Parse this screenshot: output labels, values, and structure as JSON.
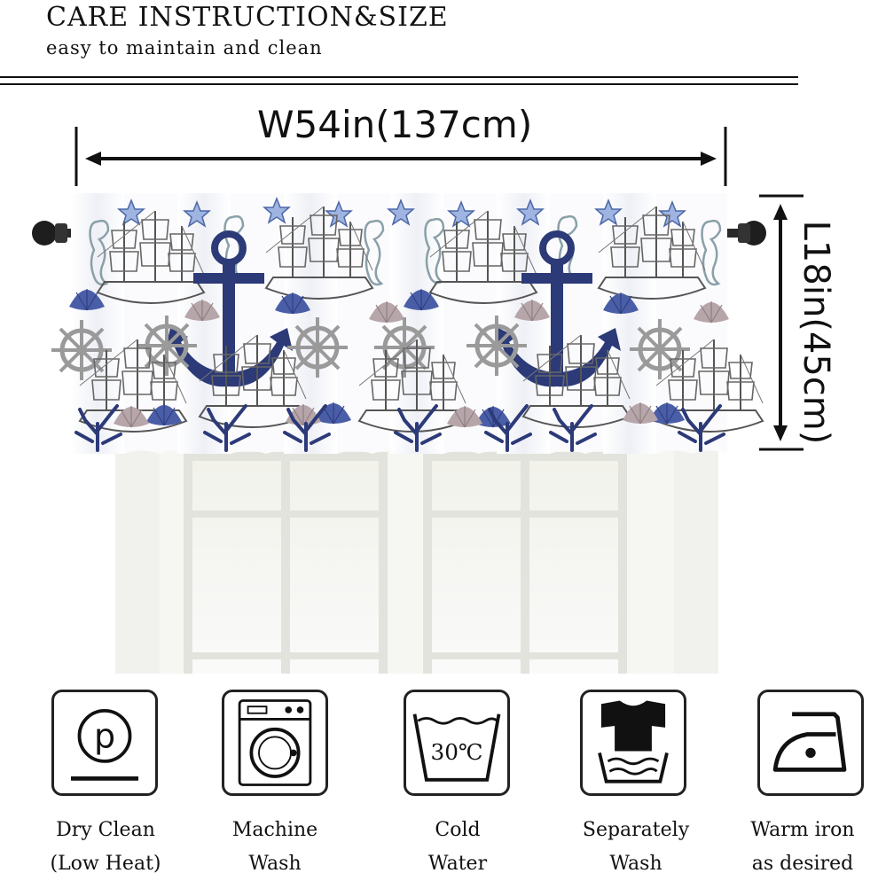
{
  "header": {
    "title": "CARE INSTRUCTION&SIZE",
    "subtitle": "easy to maintain and clean"
  },
  "dimensions": {
    "width": "W54in(137cm)",
    "height": "L18in(45cm)"
  },
  "care": [
    {
      "line1": "Dry Clean",
      "line2": "(Low Heat)",
      "icon": "dry-clean-icon"
    },
    {
      "line1": "Machine",
      "line2": "Wash",
      "icon": "washing-machine-icon"
    },
    {
      "line1": "Cold",
      "line2": "Water",
      "icon": "wash-tub-icon",
      "temp": "30℃"
    },
    {
      "line1": "Separately",
      "line2": "Wash",
      "icon": "separate-wash-icon"
    },
    {
      "line1": "Warm iron",
      "line2": "as desired",
      "icon": "iron-icon"
    }
  ],
  "colors": {
    "navy": "#2c3a78",
    "blue": "#5a6fb5",
    "taupe": "#b4a5a8",
    "gray": "#8d8d8d",
    "ink": "#111111"
  }
}
